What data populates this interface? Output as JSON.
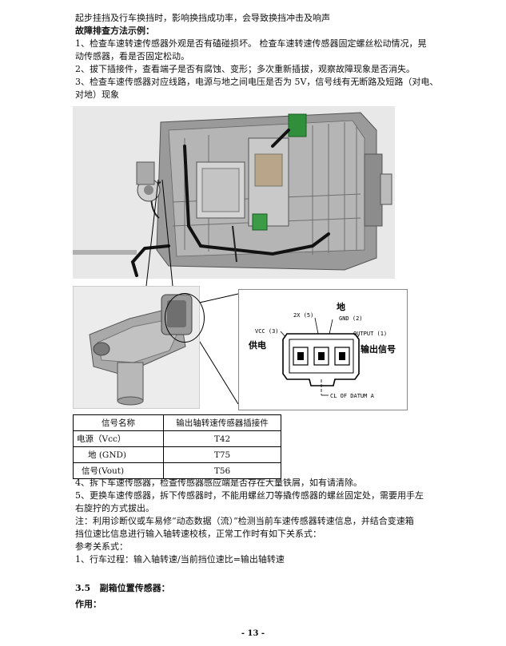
{
  "paragraphs": {
    "p1": "起步挂挡及行车换挡时，影响换挡成功率，会导致换挡冲击及响声",
    "p2": "故障排查方法示例：",
    "p3": "1、检查车速转速传感器外观是否有磕碰损坏。 检查车速转速传感器固定螺丝松动情况，晃",
    "p4": "动传感器，看是否固定松动。",
    "p5": "2、拔下插接件，查看端子是否有腐蚀、变形；多次重新插拔，观察故障现象是否消失。",
    "p6": "3、检查车速传感器对应线路，电源与地之间电压是否为 5V，信号线有无断路及短路（对电、",
    "p7": "对地）现象"
  },
  "diagram": {
    "label_2x5": "2X (5)",
    "label_gnd": "GND (2)",
    "label_ground_cn": "地",
    "label_vcc": "VCC (3)",
    "label_output": "OUTPUT (1)",
    "label_power_cn": "供电",
    "label_output_cn": "输出信号",
    "label_datum": "CL OF DATUM A"
  },
  "table": {
    "headers": [
      "信号名称",
      "输出轴转速传感器插接件"
    ],
    "rows": [
      {
        "signal": "电源（Vcc）",
        "pin": "T42"
      },
      {
        "signal": "地 (GND)",
        "pin": "T75"
      },
      {
        "signal": "信号(Vout)",
        "pin": "T56"
      }
    ]
  },
  "after": {
    "p1": "4、拆下车速传感器，检查传感器感应端是否存在大量铁屑，如有请清除。",
    "p2": "5、更换车速传感器，拆下传感器时，不能用螺丝刀等撬传感器的螺丝固定处，需要用手左",
    "p3": "右旋拧的方式拔出。",
    "p4": "注：利用诊断仪或车易修“动态数据（流）”检测当前车速传感器转速信息，并结合变速箱",
    "p5": "挡位速比信息进行输入轴转速校核，正常工作时有如下关系式：",
    "p6": "参考关系式：",
    "p7": "1、行车过程：输入轴转速/当前挡位速比=输出轴转速",
    "section": "3.5   副箱位置传感器：",
    "role": "作用："
  },
  "page_number": "- 13 -"
}
